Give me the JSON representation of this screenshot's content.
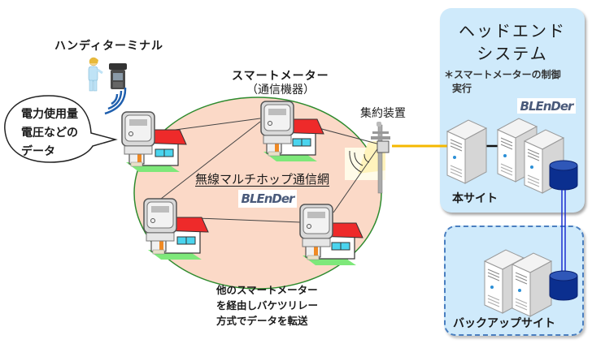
{
  "handy_terminal": {
    "label": "ハンディターミナル"
  },
  "speech_bubble": {
    "lines": [
      "電力使用量",
      "電圧などの",
      "データ"
    ]
  },
  "smart_meter": {
    "label_line1": "スマートメーター",
    "label_line2": "（通信機器）"
  },
  "concentrator": {
    "label": "集約装置"
  },
  "mesh_network": {
    "label": "無線マルチホップ通信網",
    "logo": "BLEnDer"
  },
  "relay_note": {
    "lines": [
      "他のスマートメーター",
      "を経由しバケツリレー",
      "方式でデータを転送"
    ]
  },
  "head_end": {
    "title_line1": "ヘッドエンド",
    "title_line2": "システム",
    "note_line1": "＊スマートメーターの制御",
    "note_line2": "実行",
    "logo": "BLEnDer",
    "site_label": "本サイト"
  },
  "backup": {
    "site_label": "バックアップサイト"
  },
  "colors": {
    "mesh_fill": "#fbd9c7",
    "mesh_border": "#2e8b2e",
    "site_fill": "#cfeafb",
    "fiber_line": "#f5b800",
    "db_fill": "#0b2f8f",
    "roof": "#ee2a2a",
    "lawn": "#7ee87a",
    "signal": "#1f5fae"
  },
  "diagram": {
    "nodes": [
      "handy-terminal",
      "smart-meter-1",
      "smart-meter-2",
      "smart-meter-3",
      "smart-meter-4",
      "concentrator",
      "head-end-servers",
      "backup-servers"
    ],
    "links": [
      [
        "smart-meter-1",
        "smart-meter-2"
      ],
      [
        "smart-meter-2",
        "smart-meter-3"
      ],
      [
        "smart-meter-3",
        "smart-meter-4"
      ],
      [
        "smart-meter-2",
        "concentrator"
      ],
      [
        "smart-meter-4",
        "concentrator"
      ],
      [
        "concentrator",
        "head-end-servers"
      ],
      [
        "head-end-servers",
        "backup-servers"
      ]
    ]
  }
}
